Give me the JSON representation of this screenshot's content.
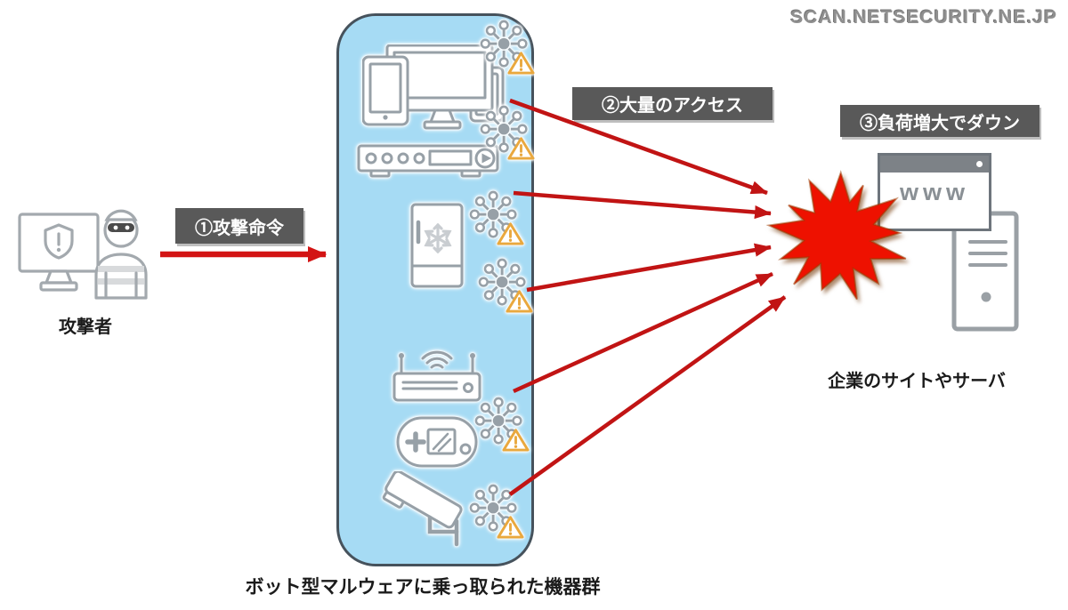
{
  "watermark": "SCAN.NETSECURITY.NE.JP",
  "attacker": {
    "label": "攻撃者",
    "icon": "masked-hacker-with-alert-monitor"
  },
  "steps": {
    "attack_command": "①攻撃命令",
    "mass_access": "②大量のアクセス",
    "overload_down": "③負荷増大でダウン"
  },
  "botnet": {
    "caption": "ボット型マルウェアに乗っ取られた機器群",
    "devices": [
      "pc-monitor-with-tablet-and-smartphone",
      "media-player",
      "refrigerator",
      "wifi-router",
      "handheld-game-console",
      "security-camera"
    ],
    "malware_icon": "virus-with-warning-triangle",
    "malware_icon_count": 6
  },
  "target": {
    "browser_text": "www",
    "label": "企業のサイトやサーバ",
    "icons": [
      "browser-window",
      "server-tower",
      "explosion-burst"
    ]
  },
  "colors": {
    "box_blue": "#A6DBF4",
    "box_border": "#46525C",
    "label_bg": "#595959",
    "arrow_red": "#C11414",
    "explosion_red": "#EE1100",
    "warning_orange": "#E9A83E",
    "icon_gray": "#97A0A7"
  }
}
